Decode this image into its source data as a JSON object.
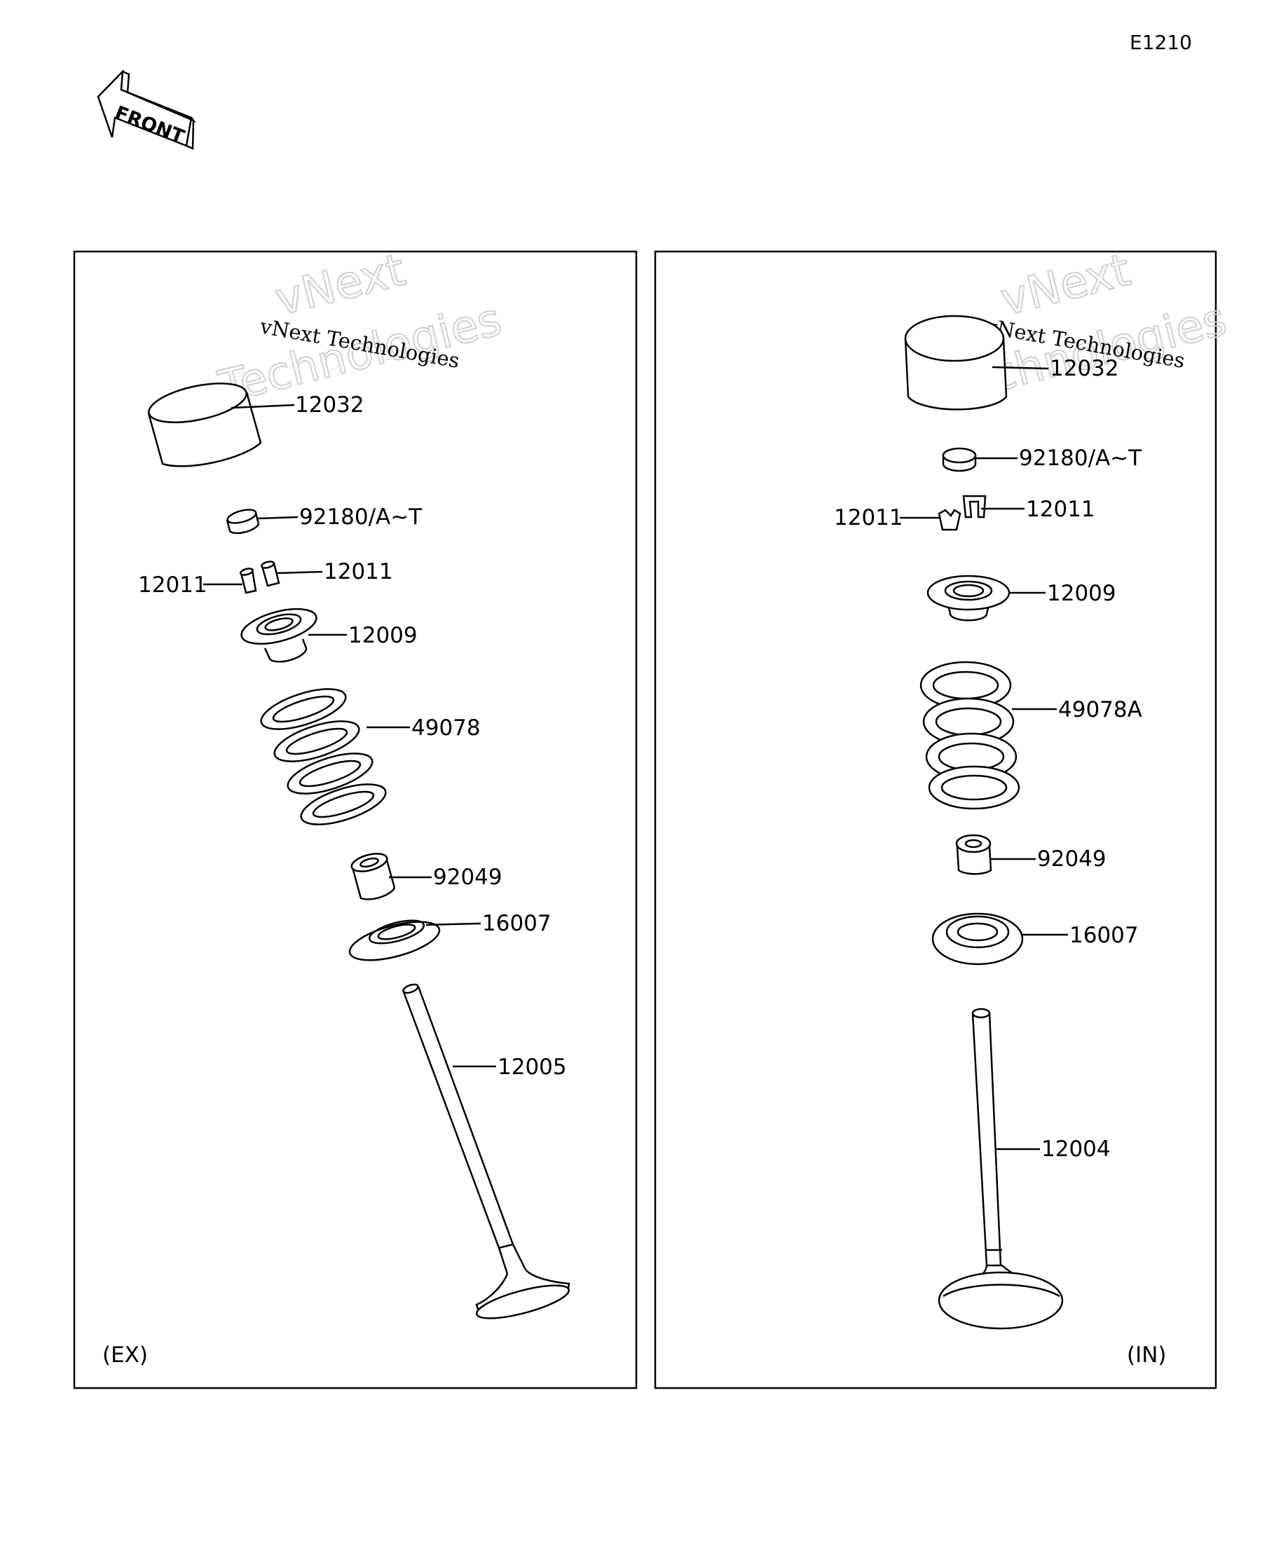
{
  "page_code": "E1210",
  "front_arrow_label": "FRONT",
  "watermark": {
    "brand": "vNext",
    "word": "Technologies",
    "caption": "vNext Technologies"
  },
  "panels": [
    {
      "id": "exhaust",
      "corner_label": "(EX)",
      "parts": [
        {
          "icon": "tappet-icon",
          "label": "12032"
        },
        {
          "icon": "shim-icon",
          "label": "92180/A~T"
        },
        {
          "icon": "valve-cotter-icon",
          "label": "12011"
        },
        {
          "icon": "valve-cotter-icon",
          "label": "12011"
        },
        {
          "icon": "spring-retainer-icon",
          "label": "12009"
        },
        {
          "icon": "valve-spring-icon",
          "label": "49078"
        },
        {
          "icon": "stem-seal-icon",
          "label": "92049"
        },
        {
          "icon": "spring-seat-icon",
          "label": "16007"
        },
        {
          "icon": "exhaust-valve-icon",
          "label": "12005"
        }
      ]
    },
    {
      "id": "intake",
      "corner_label": "(IN)",
      "parts": [
        {
          "icon": "tappet-icon",
          "label": "12032"
        },
        {
          "icon": "shim-icon",
          "label": "92180/A~T"
        },
        {
          "icon": "valve-cotter-icon",
          "label": "12011"
        },
        {
          "icon": "valve-cotter-icon",
          "label": "12011"
        },
        {
          "icon": "spring-retainer-icon",
          "label": "12009"
        },
        {
          "icon": "valve-spring-icon",
          "label": "49078A"
        },
        {
          "icon": "stem-seal-icon",
          "label": "92049"
        },
        {
          "icon": "spring-seat-icon",
          "label": "16007"
        },
        {
          "icon": "intake-valve-icon",
          "label": "12004"
        }
      ]
    }
  ]
}
